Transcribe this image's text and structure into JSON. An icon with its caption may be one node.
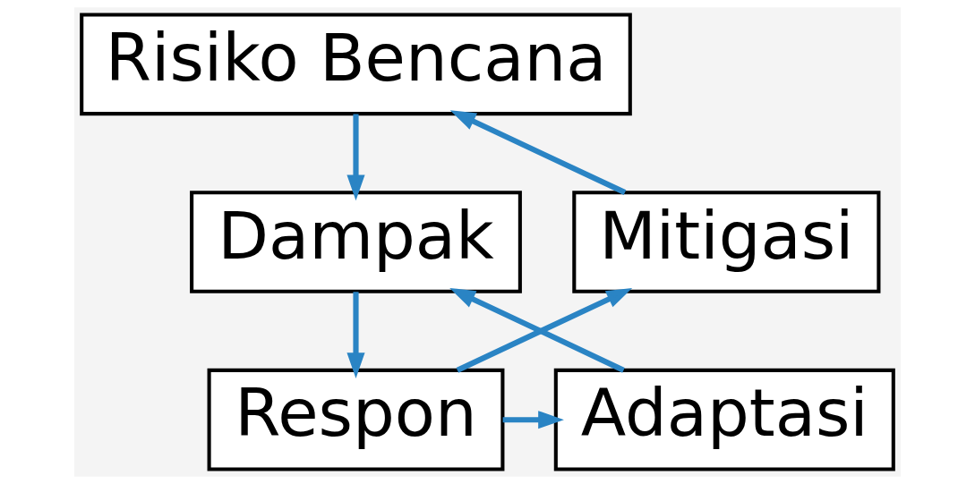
{
  "diagram": {
    "nodes": [
      {
        "text": [
          "Risiko Bencana"
        ]
      },
      {
        "text": [
          "Mitigasi"
        ]
      },
      {
        "text": [
          "Dampak"
        ]
      },
      {
        "text": [
          "Adaptasi"
        ]
      },
      {
        "text": [
          "Respon"
        ]
      }
    ],
    "edges": [
      {
        "from": 0,
        "to": 2,
        "arrow": "to"
      },
      {
        "from": 2,
        "to": 4,
        "arrow": "to"
      },
      {
        "from": 4,
        "to": 1,
        "arrow": "to"
      },
      {
        "from": 1,
        "to": 0,
        "arrow": "to"
      },
      {
        "from": 4,
        "to": 3,
        "arrow": "to"
      },
      {
        "from": 3,
        "to": 2,
        "arrow": "to"
      }
    ]
  }
}
